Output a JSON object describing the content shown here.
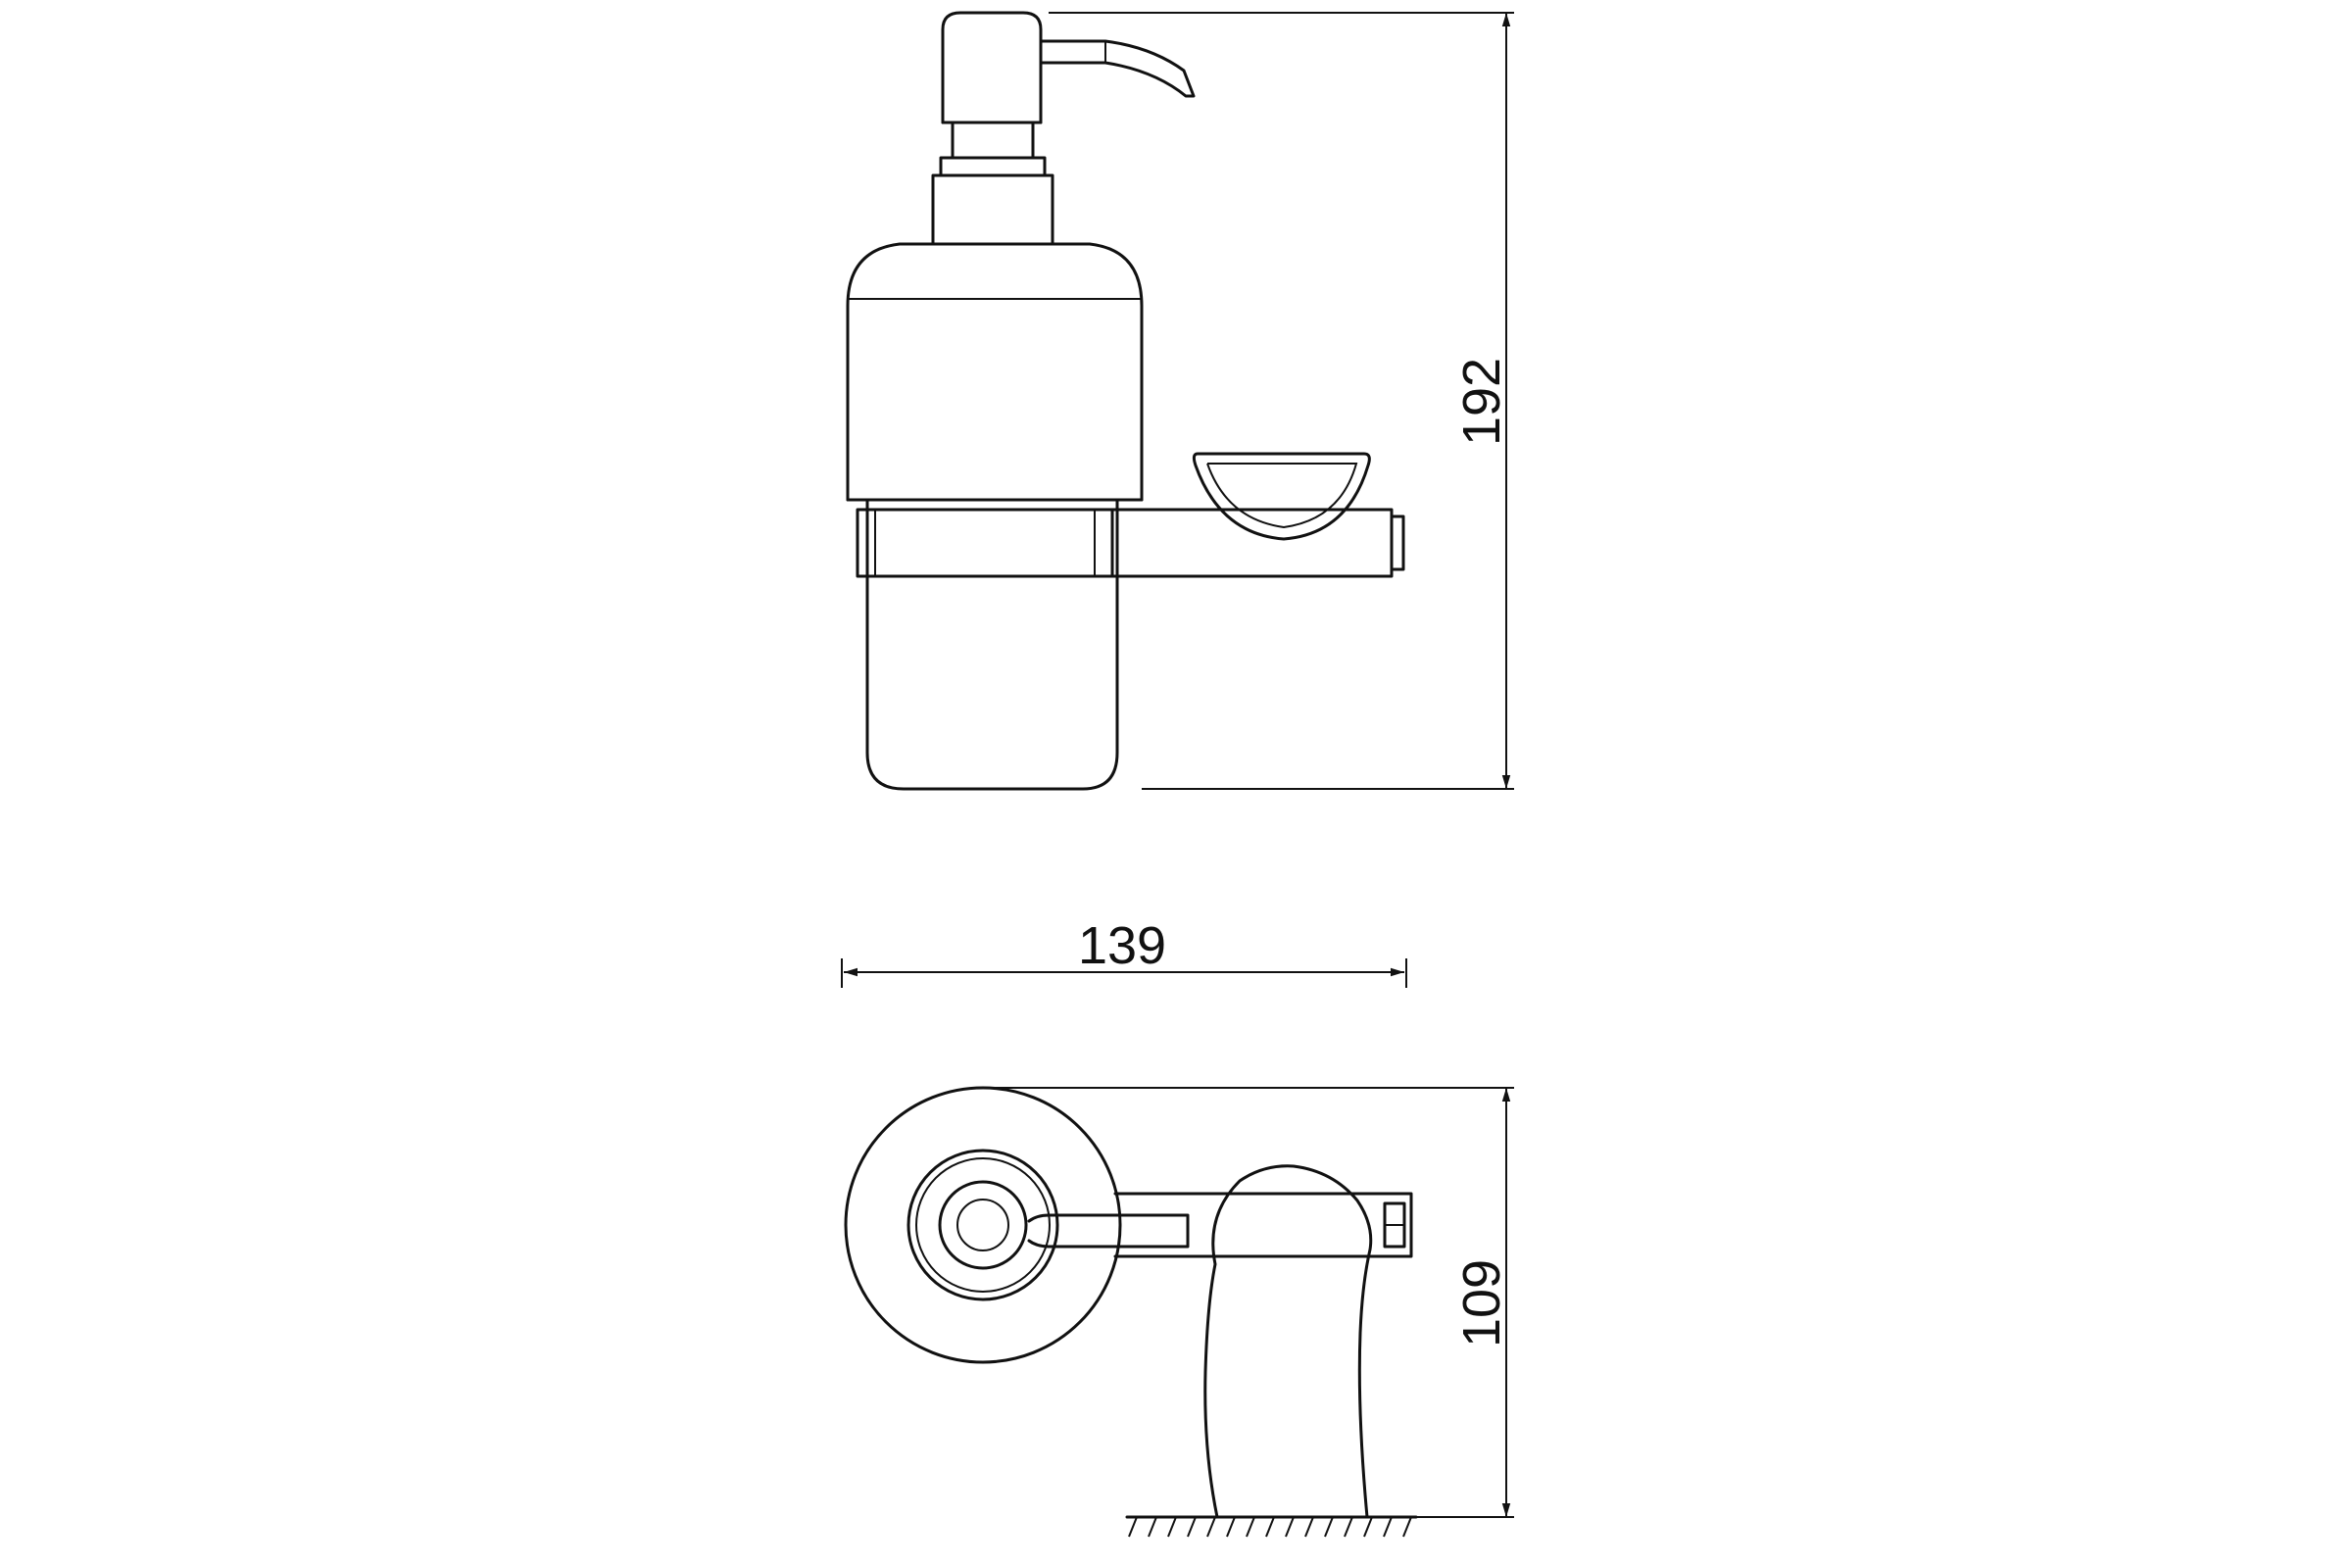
{
  "dimensions": {
    "height": "192",
    "width": "139",
    "depth": "109"
  }
}
